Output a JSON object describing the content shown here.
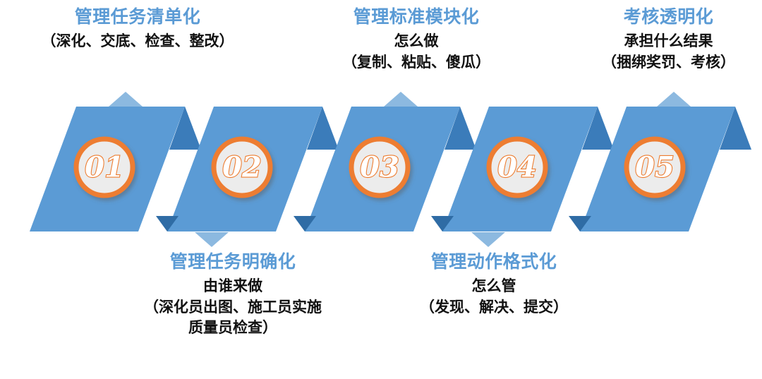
{
  "diagram": {
    "title_palette": {
      "heading_blue": "#5b9bd5",
      "body_black": "#111111",
      "shape_blue": "#5b9bd5",
      "shape_dark_blue": "#3b7cba",
      "arrow_blue": "#8cb9e0",
      "badge_ring_orange": "#ed7d31",
      "badge_fill_gray": "#ececec"
    },
    "steps": [
      {
        "number": "01",
        "position": "top",
        "heading": "管理任务清单化",
        "subtitle": "",
        "detail_lines": [
          "（深化、交底、检查、整改）"
        ]
      },
      {
        "number": "02",
        "position": "bottom",
        "heading": "管理任务明确化",
        "subtitle": "由谁来做",
        "detail_lines": [
          "（深化员出图、施工员实施",
          "质量员检查）"
        ]
      },
      {
        "number": "03",
        "position": "top",
        "heading": "管理标准模块化",
        "subtitle": "怎么做",
        "detail_lines": [
          "（复制、粘贴、傻瓜）"
        ]
      },
      {
        "number": "04",
        "position": "bottom",
        "heading": "管理动作格式化",
        "subtitle": "怎么管",
        "detail_lines": [
          "（发现、解决、提交）"
        ]
      },
      {
        "number": "05",
        "position": "top",
        "heading": "考核透明化",
        "subtitle": "承担什么结果",
        "detail_lines": [
          "（捆绑奖罚、考核）"
        ]
      }
    ]
  }
}
